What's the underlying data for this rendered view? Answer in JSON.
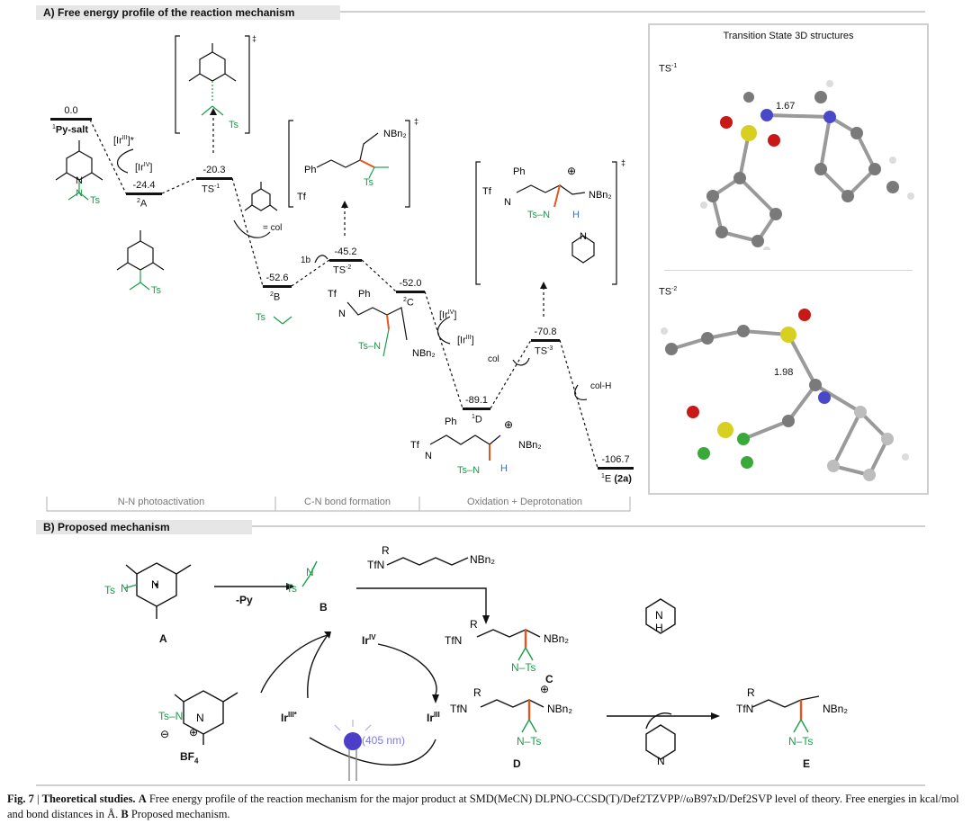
{
  "section_a": {
    "title": "A) Free energy profile of the reaction mechanism",
    "levels": [
      {
        "id": "py",
        "energy": "0.0",
        "label_sup": "1",
        "label": "Py-salt"
      },
      {
        "id": "a",
        "energy": "-24.4",
        "label_sup": "2",
        "label": "A"
      },
      {
        "id": "ts1",
        "energy": "-20.3",
        "label": "TS",
        "label_sup": "-1"
      },
      {
        "id": "b",
        "energy": "-52.6",
        "label_sup": "2",
        "label": "B"
      },
      {
        "id": "ts2",
        "energy": "-45.2",
        "label": "TS",
        "label_sup": "-2"
      },
      {
        "id": "c",
        "energy": "-52.0",
        "label_sup": "2",
        "label": "C"
      },
      {
        "id": "d",
        "energy": "-89.1",
        "label_sup": "1",
        "label": "D"
      },
      {
        "id": "ts3",
        "energy": "-70.8",
        "label": "TS",
        "label_sup": "-3"
      },
      {
        "id": "e",
        "energy": "-106.7",
        "label_sup": "1",
        "label": "E",
        "label_extra": "(2a)"
      }
    ],
    "reagents": {
      "ir3star": "[Ir",
      "ir3star_sup": "III",
      "ir3star_end": "]*",
      "ir4": "[Ir",
      "ir4_sup": "IV",
      "ir4_end": "]",
      "col_eq": "= col",
      "one_b": "1b",
      "ir4b": "[Ir",
      "ir4b_sup": "IV",
      "ir4b_end": "]",
      "ir3": "[Ir",
      "ir3_sup": "III",
      "ir3_end": "]",
      "col": "col",
      "colh": "col-H"
    },
    "phases": [
      "N-N photoactivation",
      "C-N bond formation",
      "Oxidation + Deprotonation"
    ],
    "ts_panel": {
      "title": "Transition State 3D structures",
      "ts1_label": "TS",
      "ts1_sup": "-1",
      "ts1_dist": "1.67",
      "ts2_label": "TS",
      "ts2_sup": "-2",
      "ts2_dist": "1.98"
    }
  },
  "section_b": {
    "title": "B) Proposed mechanism",
    "labels": {
      "a": "A",
      "b": "B",
      "c": "C",
      "d": "D",
      "e": "E"
    },
    "minus_py": "-Py",
    "ir_iv": "Ir",
    "ir_iv_sup": "IV",
    "ir_iii": "Ir",
    "ir_iii_sup": "III",
    "ir_iii_star": "Ir",
    "ir_iii_star_sup": "III*",
    "light": "(405 nm)",
    "bf4": "BF",
    "bf4_sub": "4"
  },
  "caption": {
    "fig": "Fig. 7",
    "sep": " | ",
    "title": "Theoretical studies.",
    "a_tag": "A",
    "a_text": " Free energy profile of the reaction mechanism for the major product at SMD(MeCN) DLPNO-CCSD(T)/Def2TZVPP//ωB97xD/Def2SVP level of theory. Free energies in kcal/mol and bond distances in Å.",
    "b_tag": "B",
    "b_text": " Proposed mechanism."
  }
}
